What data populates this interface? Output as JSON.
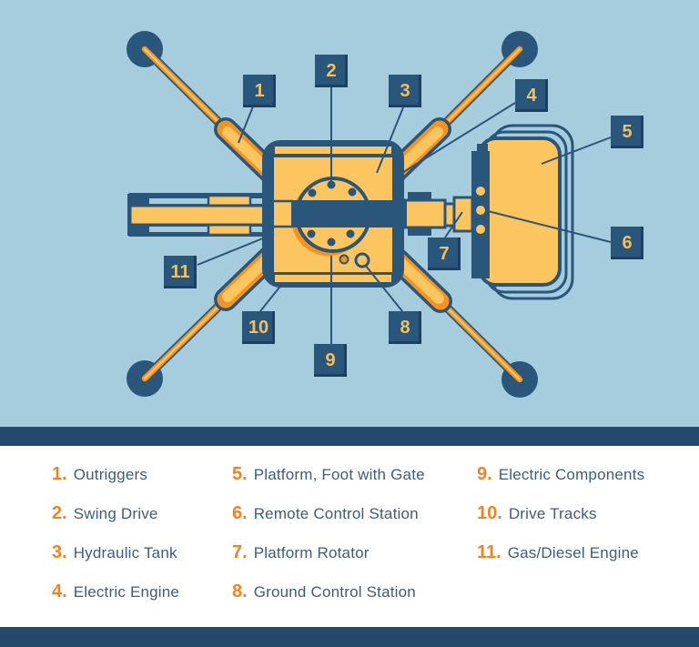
{
  "colors": {
    "sky_background": "#a6cddd",
    "machine_dark_blue": "#2b567c",
    "band_dark_blue": "#24496a",
    "machine_yellow": "#fcc55f",
    "accent_orange": "#f6921e",
    "callout_number_yellow": "#f3c05a",
    "legend_number_orange": "#f58220",
    "legend_label_blue": "#3d5c7e",
    "legend_background": "#ffffff"
  },
  "callouts": [
    "1",
    "2",
    "3",
    "4",
    "5",
    "6",
    "7",
    "8",
    "9",
    "10",
    "11"
  ],
  "legend": {
    "columns": [
      {
        "items": [
          {
            "num": "1.",
            "label": "Outriggers"
          },
          {
            "num": "2.",
            "label": "Swing Drive"
          },
          {
            "num": "3.",
            "label": "Hydraulic Tank"
          },
          {
            "num": "4.",
            "label": "Electric Engine"
          }
        ]
      },
      {
        "items": [
          {
            "num": "5.",
            "label": "Platform, Foot with Gate"
          },
          {
            "num": "6.",
            "label": "Remote Control Station"
          },
          {
            "num": "7.",
            "label": "Platform Rotator"
          },
          {
            "num": "8.",
            "label": "Ground Control Station"
          }
        ]
      },
      {
        "items": [
          {
            "num": "9.",
            "label": "Electric Components"
          },
          {
            "num": "10.",
            "label": "Drive Tracks"
          },
          {
            "num": "11.",
            "label": "Gas/Diesel Engine"
          }
        ]
      }
    ]
  }
}
